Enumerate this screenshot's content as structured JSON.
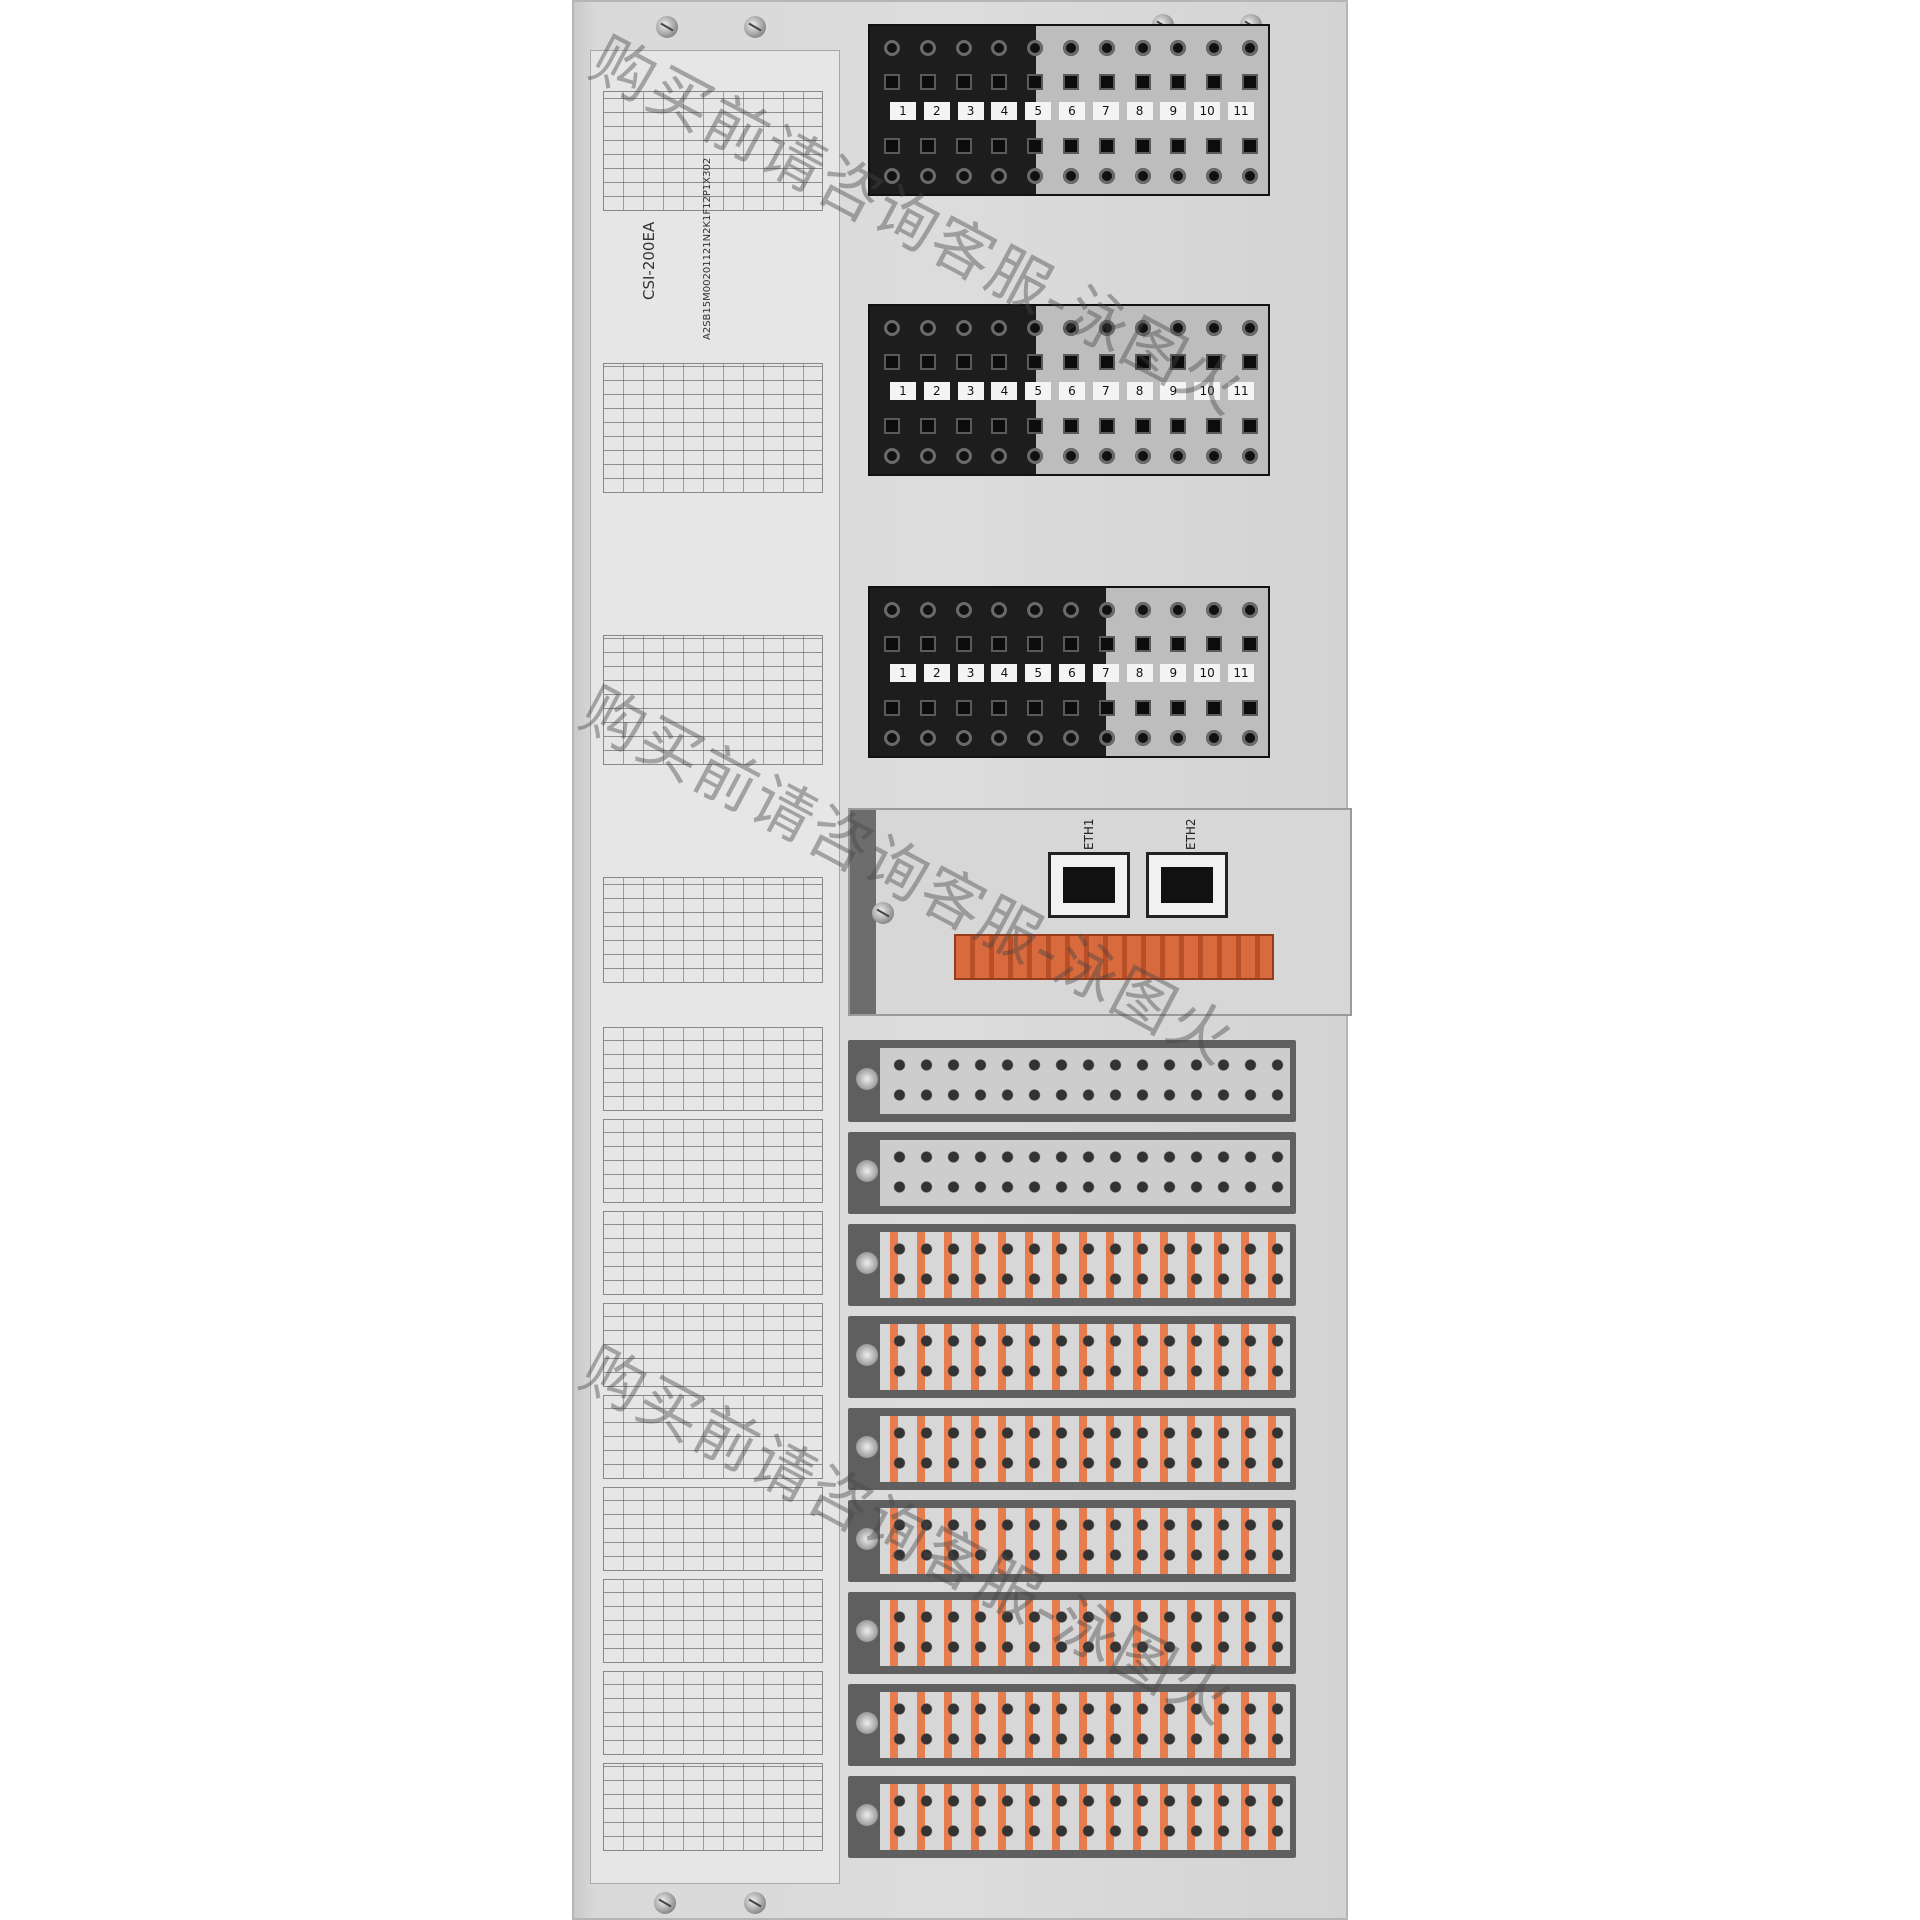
{
  "device": {
    "model": "CSI-200EA",
    "part_number": "A2SB15M00201121N2K1F12P1X302"
  },
  "terminal_blocks": [
    {
      "numbers": [
        "1",
        "2",
        "3",
        "4",
        "5",
        "6",
        "7",
        "8",
        "9",
        "10",
        "11"
      ]
    },
    {
      "numbers": [
        "1",
        "2",
        "3",
        "4",
        "5",
        "6",
        "7",
        "8",
        "9",
        "10",
        "11"
      ]
    },
    {
      "numbers": [
        "1",
        "2",
        "3",
        "4",
        "5",
        "6",
        "7",
        "8",
        "9",
        "10",
        "11"
      ]
    }
  ],
  "comm_module": {
    "port1_label": "ETH1",
    "port2_label": "ETH2"
  },
  "watermark": {
    "text_top": "购买前请咨询客服-泳图火",
    "text_mid": "购买前请咨询客服-泳图火",
    "text_bottom": "购买前请咨询客服-泳图火"
  },
  "colors": {
    "panel": "#dcdcdc",
    "terminal_dark": "#1d1d1d",
    "terminal_light": "#bdbdbd",
    "connector_orange": "#d86a3e"
  }
}
